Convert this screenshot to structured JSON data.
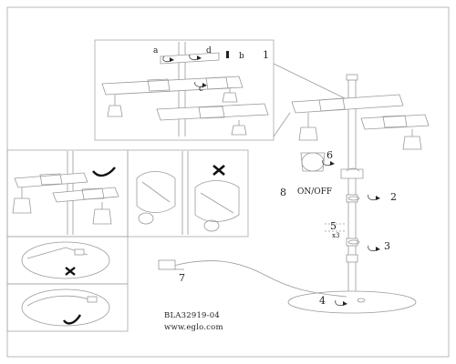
{
  "callouts": {
    "n1": "1",
    "n2": "2",
    "n3": "3",
    "n4": "4",
    "n5": "5",
    "n6": "6",
    "n7": "7",
    "n8": "8",
    "a": "a",
    "b": "b",
    "c": "c",
    "d": "d",
    "x3": "x3"
  },
  "switch_label": "ON/OFF",
  "model_code": "BLA32919-04",
  "website": "www.eglo.com",
  "icons": [
    "tighten-arrow-icon",
    "loosen-arrow-icon",
    "check-mark-icon",
    "cross-mark-icon"
  ],
  "colors": {
    "line": "#9a9a9a",
    "ink": "#222222"
  }
}
